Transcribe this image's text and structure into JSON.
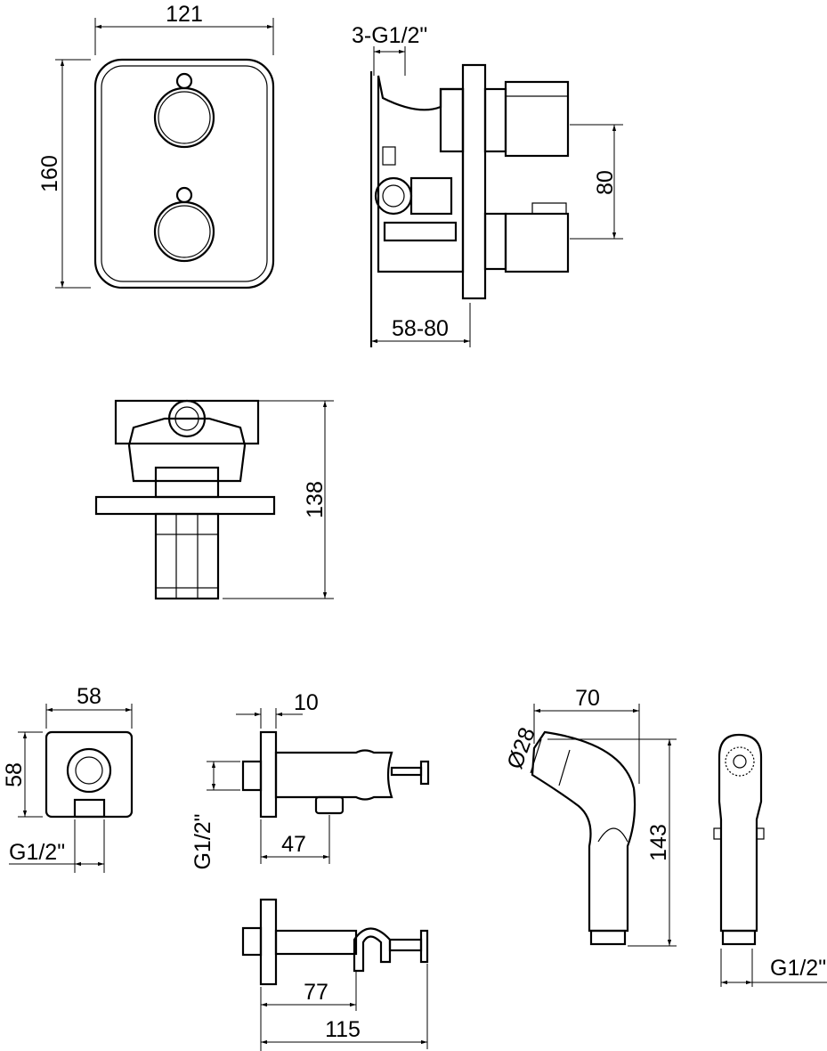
{
  "title": "Thermostatic concealed mixer with hygienic shower - dimension drawing",
  "colors": {
    "line": "#000000",
    "background": "#ffffff"
  },
  "dimensions": {
    "front_width": "121",
    "front_height": "160",
    "side_inlets": "3-G1/2\"",
    "side_handle_spacing": "80",
    "side_depth": "58-80",
    "top_height": "138",
    "outlet_width": "58",
    "outlet_height": "58",
    "outlet_thread": "G1/2\"",
    "valve_plate": "10",
    "valve_thread": "G1/2\"",
    "valve_outlet": "47",
    "holder_length": "77",
    "holder_total": "115",
    "shower_width": "70",
    "shower_diameter": "Ø28",
    "shower_height": "143",
    "shower_thread": "G1/2\""
  }
}
